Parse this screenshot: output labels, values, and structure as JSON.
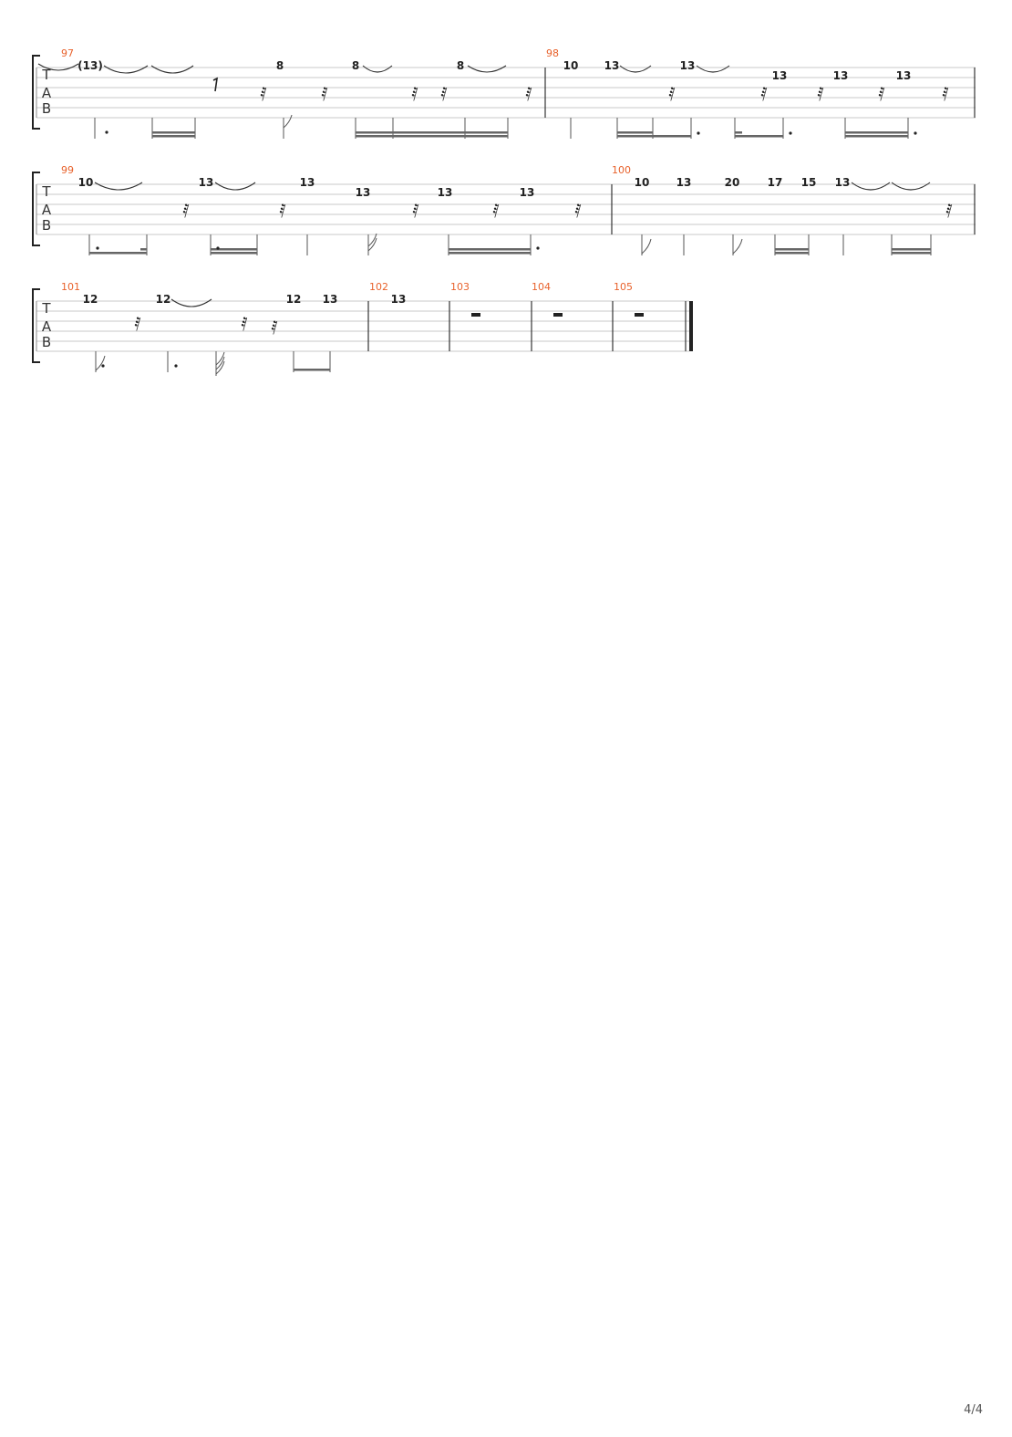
{
  "page": {
    "number_label": "4/4"
  },
  "clef_letters": [
    "T",
    "A",
    "B"
  ],
  "colors": {
    "measure_number": "#e8622c",
    "staff_line": "#c8c8c8",
    "ink": "#222222",
    "stem": "#555555"
  },
  "systems": [
    {
      "measures": [
        {
          "number": "97",
          "frets": [
            "(13)",
            "8",
            "8",
            "8"
          ]
        },
        {
          "number": "98",
          "frets": [
            "10",
            "13",
            "13",
            "13",
            "13",
            "13"
          ]
        }
      ]
    },
    {
      "measures": [
        {
          "number": "99",
          "frets": [
            "10",
            "13",
            "13",
            "13",
            "13",
            "13"
          ]
        },
        {
          "number": "100",
          "frets": [
            "10",
            "13",
            "20",
            "17",
            "15",
            "13"
          ]
        }
      ]
    },
    {
      "measures": [
        {
          "number": "101",
          "frets": [
            "12",
            "12",
            "12",
            "13"
          ]
        },
        {
          "number": "102",
          "frets": [
            "13"
          ]
        },
        {
          "number": "103",
          "frets": [],
          "rest": "half-rest"
        },
        {
          "number": "104",
          "frets": [],
          "rest": "half-rest"
        },
        {
          "number": "105",
          "frets": [],
          "rest": "half-rest"
        }
      ]
    }
  ]
}
